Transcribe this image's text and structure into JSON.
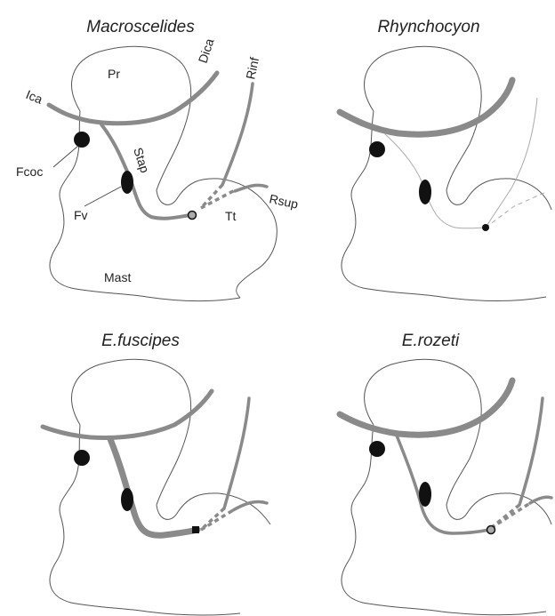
{
  "panels": [
    {
      "title": "Macroscelides"
    },
    {
      "title": "Rhynchocyon"
    },
    {
      "title": "E.fuscipes"
    },
    {
      "title": "E.rozeti"
    }
  ],
  "labels": {
    "pr": "Pr",
    "dica": "Dica",
    "rinf": "Rinf",
    "ica": "Ica",
    "stap": "Stap",
    "fcoc": "Fcoc",
    "rsup": "Rsup",
    "fv": "Fv",
    "tt": "Tt",
    "mast": "Mast"
  },
  "colors": {
    "vessel": "#8a8a8a",
    "outline": "#555555",
    "foramen": "#111111"
  }
}
